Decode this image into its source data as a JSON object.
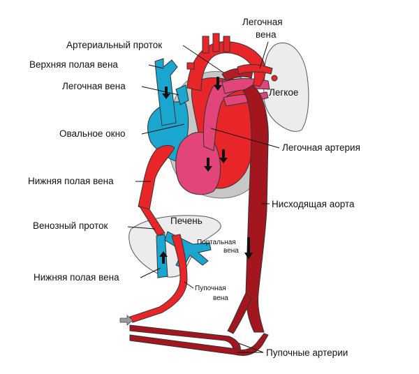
{
  "labels": {
    "ductus_arteriosus": "Артериальный проток",
    "pulmonary_vein_top_line1": "Легочная",
    "pulmonary_vein_top_line2": "вена",
    "superior_vena_cava": "Верхняя полая вена",
    "pulmonary_vein_left": "Легочная вена",
    "lung": "Легкое",
    "foramen_ovale": "Овальное окно",
    "pulmonary_artery": "Легочная артерия",
    "inferior_vena_cava_top": "Нижняя полая вена",
    "descending_aorta": "Нисходящая аорта",
    "ductus_venosus": "Венозный проток",
    "liver": "Печень",
    "portal_vein_line1": "Портальная",
    "portal_vein_line2": "вена",
    "inferior_vena_cava_bottom": "Нижняя полая вена",
    "umbilical_vein_line1": "Пупочная",
    "umbilical_vein_line2": "вена",
    "umbilical_arteries": "Пупочные артерии"
  },
  "colors": {
    "oxygenated": "#e8262a",
    "deoxygenated": "#1aa6cf",
    "mixed": "#e2457a",
    "aorta_dark": "#a3161e",
    "organ_gray": "#c7c7c7",
    "lung_fill": "#ececec"
  }
}
